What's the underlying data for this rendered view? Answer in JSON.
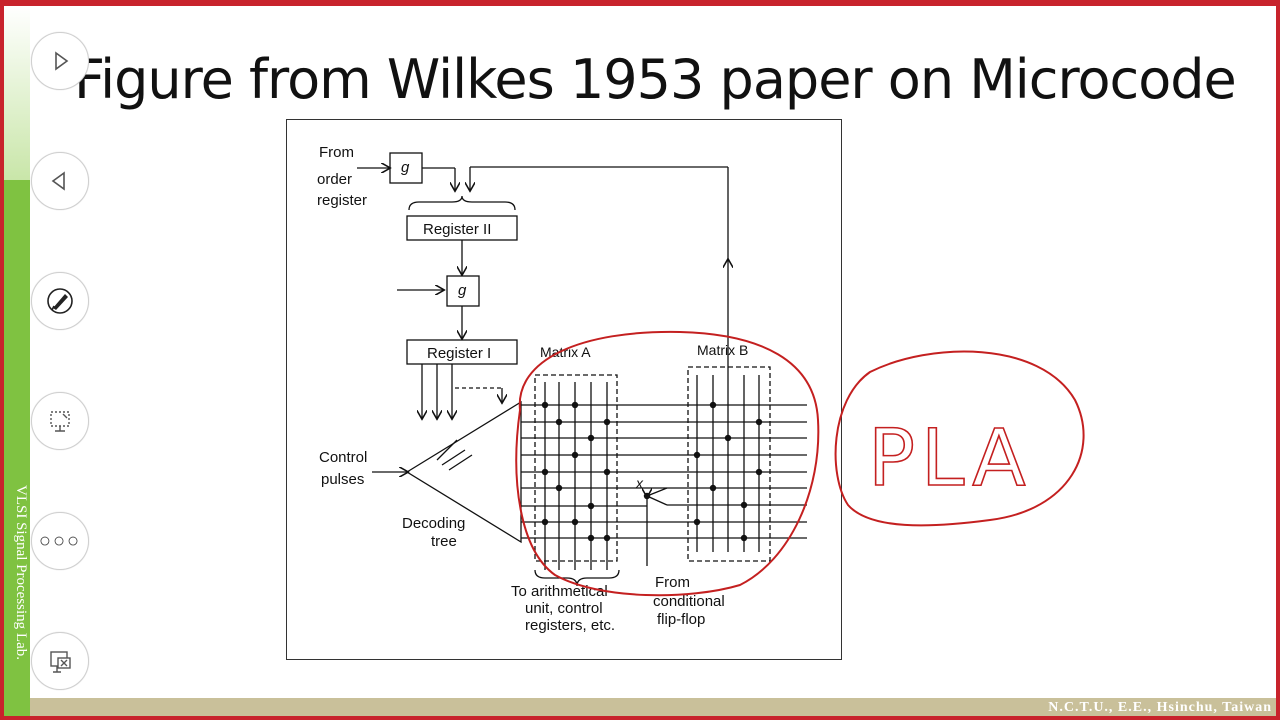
{
  "slide": {
    "title": "Figure from Wilkes 1953 paper on Microcode",
    "side_label": "VLSI Signal Processing Lab.",
    "footer": "N.C.T.U., E.E., Hsinchu, Taiwan"
  },
  "controls": [
    {
      "icon": "play-icon"
    },
    {
      "icon": "back-icon"
    },
    {
      "icon": "pen-icon"
    },
    {
      "icon": "screen-icon"
    },
    {
      "icon": "more-icon"
    },
    {
      "icon": "exit-icon"
    }
  ],
  "figure": {
    "from_order": [
      "From",
      "order",
      "register"
    ],
    "g_top": "g",
    "g_mid": "g",
    "register_2": "Register II",
    "register_1": "Register I",
    "matrix_a": "Matrix A",
    "matrix_b": "Matrix B",
    "control_pulses": [
      "Control",
      "pulses"
    ],
    "decoding_tree": [
      "Decoding",
      "tree"
    ],
    "x_label": "x",
    "to_arith": [
      "To arithmetical",
      "unit, control",
      "registers, etc."
    ],
    "from_cond": [
      "From",
      "conditional",
      "flip-flop"
    ]
  },
  "annotation": {
    "text": "PLA",
    "ink_color": "#c42020"
  }
}
